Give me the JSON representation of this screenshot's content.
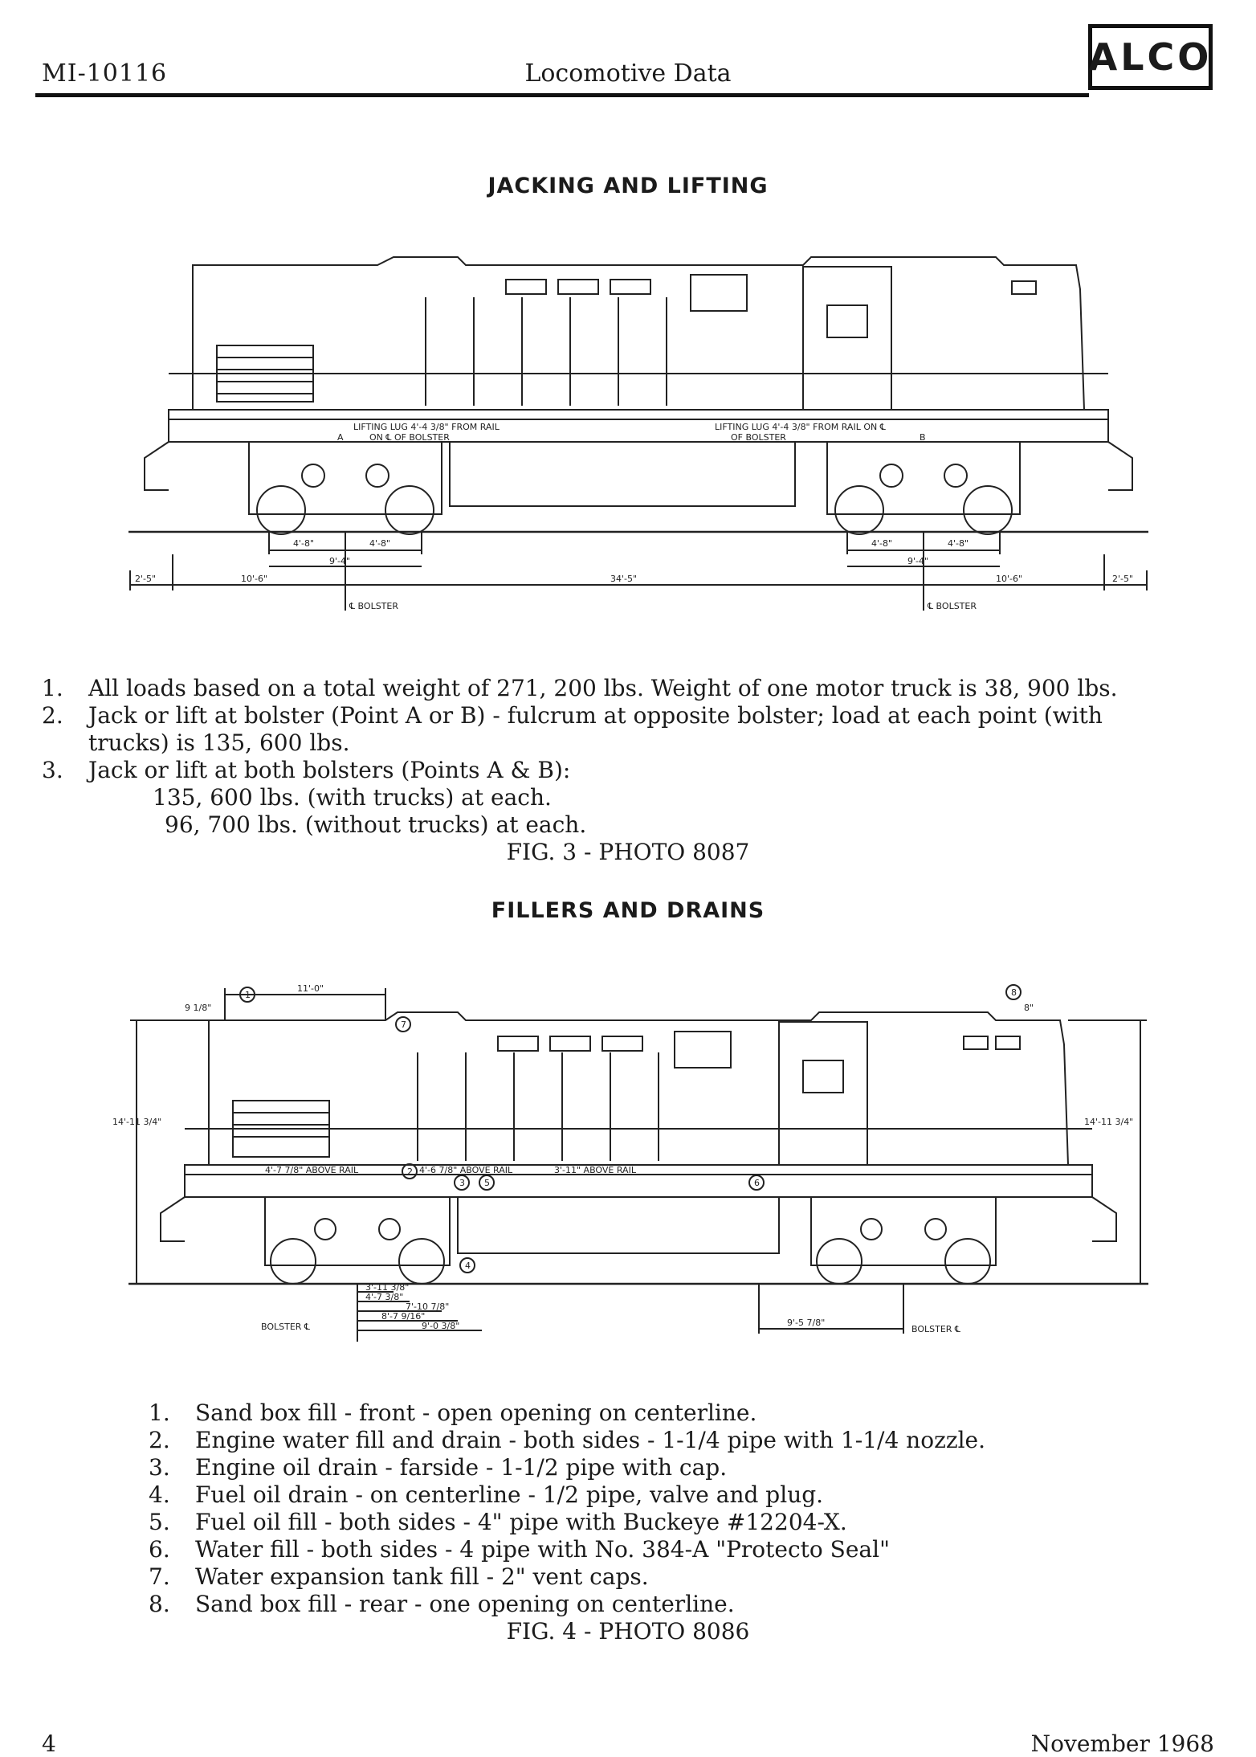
{
  "header": {
    "doc_number": "MI-10116",
    "title": "Locomotive Data",
    "logo_text": "ALCO"
  },
  "section1": {
    "title": "JACKING AND LIFTING",
    "diagram_labels": {
      "lug_a": "LIFTING LUG 4'-4 3/8\" FROM RAIL",
      "lug_a2": "ON ℄ OF BOLSTER",
      "lug_b": "LIFTING LUG 4'-4 3/8\" FROM RAIL ON ℄",
      "lug_b2": "OF BOLSTER",
      "point_a": "A",
      "point_b": "B",
      "d1": "4'-8\"",
      "d2": "4'-8\"",
      "d3": "9'-4\"",
      "d4": "4'-8\"",
      "d5": "4'-8\"",
      "d6": "9'-4\"",
      "d7": "2'-5\"",
      "d8": "10'-6\"",
      "d9": "34'-5\"",
      "d10": "10'-6\"",
      "d11": "2'-5\"",
      "bolster_left": "℄ BOLSTER",
      "bolster_right": "℄ BOLSTER"
    },
    "notes": [
      {
        "n": "1.",
        "text": "All loads based on a total weight of 271, 200 lbs.  Weight of one motor truck is 38, 900 lbs."
      },
      {
        "n": "2.",
        "text": "Jack or lift at bolster (Point A or B) - fulcrum at opposite bolster; load at each point (with"
      },
      {
        "n": "",
        "text": "trucks) is 135, 600 lbs."
      },
      {
        "n": "3.",
        "text": "Jack or lift at both bolsters (Points A & B):"
      }
    ],
    "subnotes": [
      "135, 600 lbs.  (with trucks) at each.",
      "96, 700 lbs.  (without trucks) at each."
    ],
    "caption": "FIG. 3 - PHOTO 8087"
  },
  "section2": {
    "title": "FILLERS AND DRAINS",
    "diagram_labels": {
      "top_dim": "11'-0\"",
      "left_small": "9 1/8\"",
      "right_small": "8\"",
      "height_left": "14'-11 3/4\"",
      "height_right": "14'-11 3/4\"",
      "rail1": "4'-7 7/8\" ABOVE RAIL",
      "rail2": "4'-6 7/8\" ABOVE RAIL",
      "rail3": "3'-11\" ABOVE RAIL",
      "c1": "1",
      "c2": "2",
      "c3": "3",
      "c4": "4",
      "c5": "5",
      "c6": "6",
      "c7": "7",
      "c8": "8",
      "b1": "3'-11 3/8\"",
      "b2": "4'-7 3/8\"",
      "b3": "7'-10 7/8\"",
      "b4": "8'-7 9/16\"",
      "b5": "9'-0 3/8\"",
      "b6": "9'-5 7/8\"",
      "bolster_left": "BOLSTER ℄",
      "bolster_right": "BOLSTER ℄"
    },
    "notes": [
      {
        "n": "1.",
        "text": "Sand box fill - front - open opening on centerline."
      },
      {
        "n": "2.",
        "text": "Engine water fill and drain - both sides - 1-1/4 pipe with 1-1/4 nozzle."
      },
      {
        "n": "3.",
        "text": "Engine oil drain - farside - 1-1/2 pipe with cap."
      },
      {
        "n": "4.",
        "text": "Fuel oil drain - on centerline - 1/2 pipe,  valve and plug."
      },
      {
        "n": "5.",
        "text": "Fuel oil fill - both sides - 4\" pipe with Buckeye #12204-X."
      },
      {
        "n": "6.",
        "text": "Water fill - both sides - 4 pipe with No.  384-A \"Protecto Seal\""
      },
      {
        "n": "7.",
        "text": "Water expansion tank fill - 2\" vent caps."
      },
      {
        "n": "8.",
        "text": "Sand box fill - rear - one opening on centerline."
      }
    ],
    "caption": "FIG. 4 - PHOTO 8086"
  },
  "footer": {
    "page_number": "4",
    "date": "November 1968"
  }
}
